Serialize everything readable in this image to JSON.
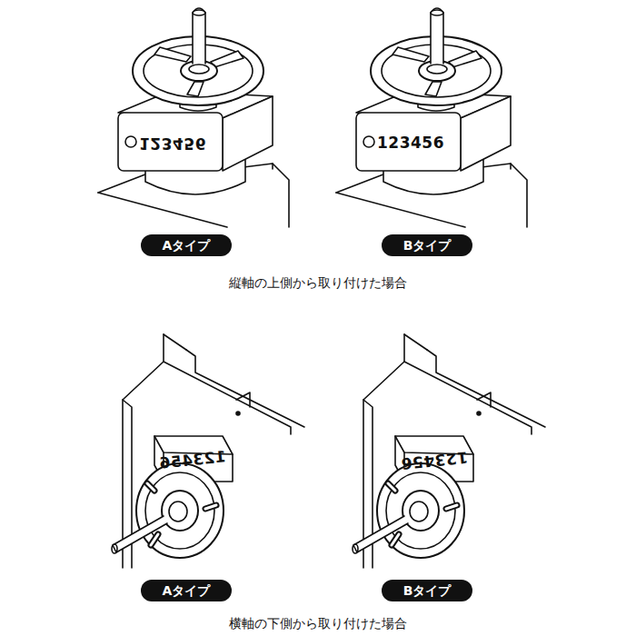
{
  "diagram": {
    "nodes": [
      {
        "text": [
          "Aタイプ"
        ]
      },
      {
        "text": [
          "Bタイプ"
        ]
      },
      {
        "text": [
          "Aタイプ"
        ]
      },
      {
        "text": [
          "Bタイプ"
        ]
      }
    ],
    "labels": [
      "123456",
      "123456",
      "123456",
      "123456",
      "縦軸の上側から取り付けた場合",
      "横軸の下側から取り付けた場合"
    ]
  }
}
